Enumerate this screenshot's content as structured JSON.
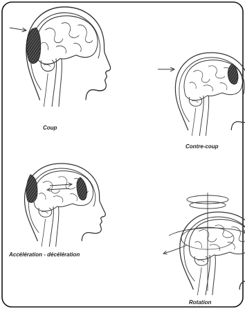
{
  "labels": {
    "coup": "Coup",
    "contre_coup": "Contre-coup",
    "acceleration": "Accélération - décélération",
    "rotation": "Rotation"
  },
  "colors": {
    "frame": "#111111",
    "ink": "#333333",
    "contusion": "#3a3a3a",
    "paper": "#ffffff"
  },
  "icons": {
    "impact_arrow": "arrow-right-icon",
    "motion_arrow": "double-arrow-icon",
    "rotation_arrow": "rotation-arrow-icon"
  }
}
